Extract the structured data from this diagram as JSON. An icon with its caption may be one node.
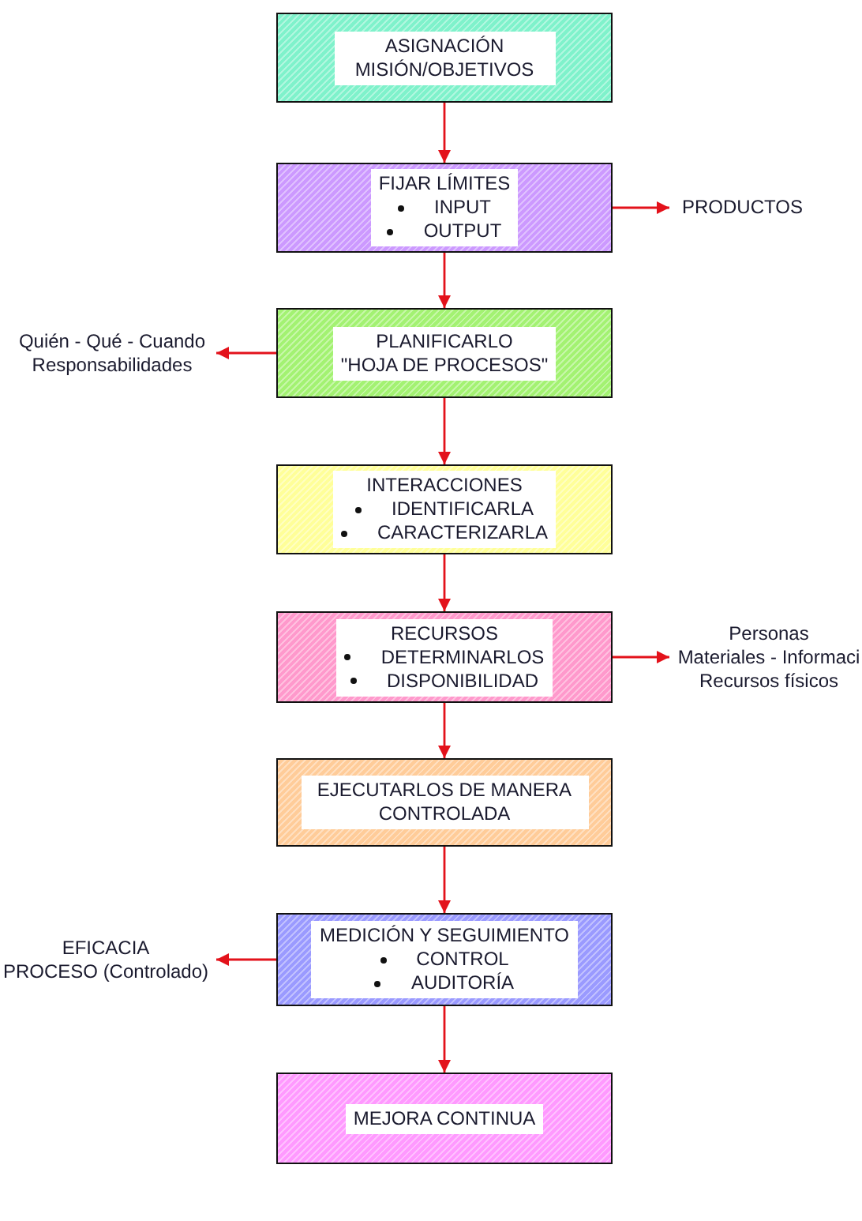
{
  "diagram": {
    "nodes": [
      {
        "text": [
          "ASIGNACIÓN MISIÓN/OBJETIVOS"
        ]
      },
      {
        "text": [
          "FIJAR LÍMITES",
          "INPUT",
          "OUTPUT"
        ]
      },
      {
        "text": [
          "PRODUCTOS"
        ]
      },
      {
        "text": [
          "PLANIFICARLO",
          "\"HOJA DE PROCESOS\""
        ]
      },
      {
        "text": [
          "Quién - Qué - Cuando",
          "Responsabilidades"
        ]
      },
      {
        "text": [
          "INTERACCIONES",
          "IDENTIFICARLA",
          "CARACTERIZARLA"
        ]
      },
      {
        "text": [
          "RECURSOS",
          "DETERMINARLOS",
          "DISPONIBILIDAD"
        ]
      },
      {
        "text": [
          "Personas",
          "Materiales - Informaci",
          "Recursos físicos"
        ]
      },
      {
        "text": [
          "EJECUTARLOS DE MANERA CONTROLADA"
        ]
      },
      {
        "text": [
          "MEDICIÓN Y SEGUIMIENTO",
          "CONTROL",
          "AUDITORÍA"
        ]
      },
      {
        "text": [
          "EFICACIA",
          "PROCESO (Controlado)"
        ]
      },
      {
        "text": [
          "MEJORA CONTINUA"
        ]
      }
    ],
    "edges": [
      {
        "from": 0,
        "to": 1,
        "arrow": "to"
      },
      {
        "from": 1,
        "to": 2,
        "arrow": "to"
      },
      {
        "from": 1,
        "to": 3,
        "arrow": "to"
      },
      {
        "from": 3,
        "to": 4,
        "arrow": "to"
      },
      {
        "from": 3,
        "to": 5,
        "arrow": "to"
      },
      {
        "from": 5,
        "to": 6,
        "arrow": "to"
      },
      {
        "from": 6,
        "to": 7,
        "arrow": "to"
      },
      {
        "from": 6,
        "to": 8,
        "arrow": "to"
      },
      {
        "from": 8,
        "to": 9,
        "arrow": "to"
      },
      {
        "from": 9,
        "to": 10,
        "arrow": "to"
      },
      {
        "from": 9,
        "to": 11,
        "arrow": "to"
      }
    ]
  }
}
